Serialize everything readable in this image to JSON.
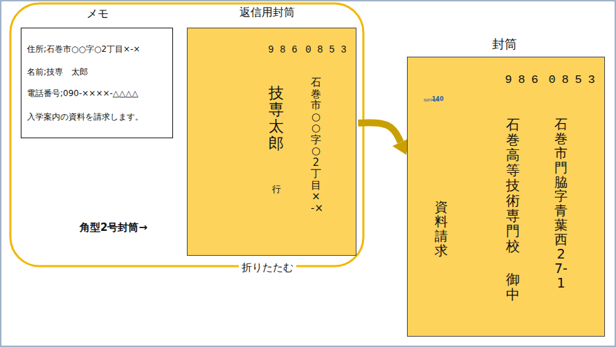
{
  "diagram": {
    "nodes": [
      {
        "text": [
          "メモ",
          "住所;石巻市○○字○2丁目×-×",
          "名前;技専　太郎",
          "電話番号;090-××××-△△△△",
          "入学案内の資料を請求します。"
        ]
      },
      {
        "text": [
          "返信用封筒",
          "986",
          "0853",
          "石巻市○○字○2丁目×-×",
          "技専　太郎",
          "行",
          "折りたたむ"
        ]
      },
      {
        "text": [
          "封筒",
          "986",
          "0853",
          "石巻市門脇字青葉西27-1",
          "石巻高等技術専門校",
          "御中",
          "資料請求"
        ]
      }
    ],
    "edges": [
      {
        "from": 1,
        "to": 2,
        "arrow": "to"
      }
    ],
    "labels": [
      "角型2号封筒→",
      "NIPPON",
      "140"
    ]
  }
}
